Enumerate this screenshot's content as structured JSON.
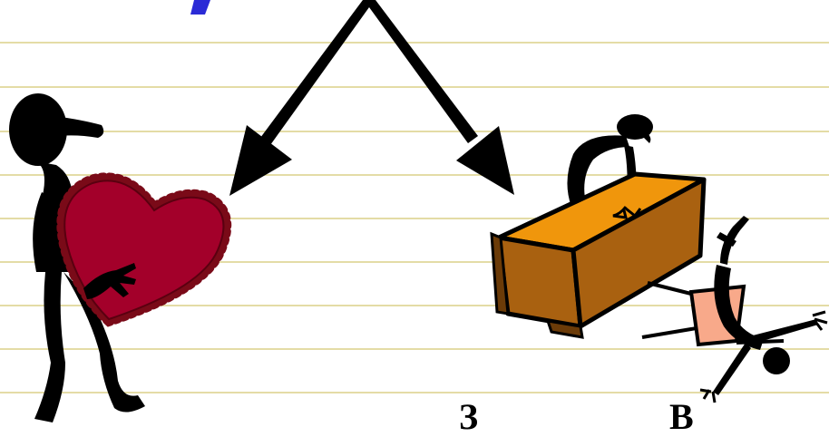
{
  "slide": {
    "background": "#ffffff",
    "rule_line_color": "#e4dca6",
    "title_partial_color": "#2b2bd6",
    "bottom_text_partial": "З",
    "bottom_text_partial_2": "В"
  },
  "illustration": {
    "arrows": "two-arrows-branching-left-and-right",
    "left_figure": "person-holding-valentine-heart",
    "right_figure": "person-at-desk-and-falling-person",
    "heart_color": "#a3002a",
    "desk_top_color": "#f0960c",
    "desk_body_color": "#a96110",
    "chair_color": "#f8a98a"
  }
}
